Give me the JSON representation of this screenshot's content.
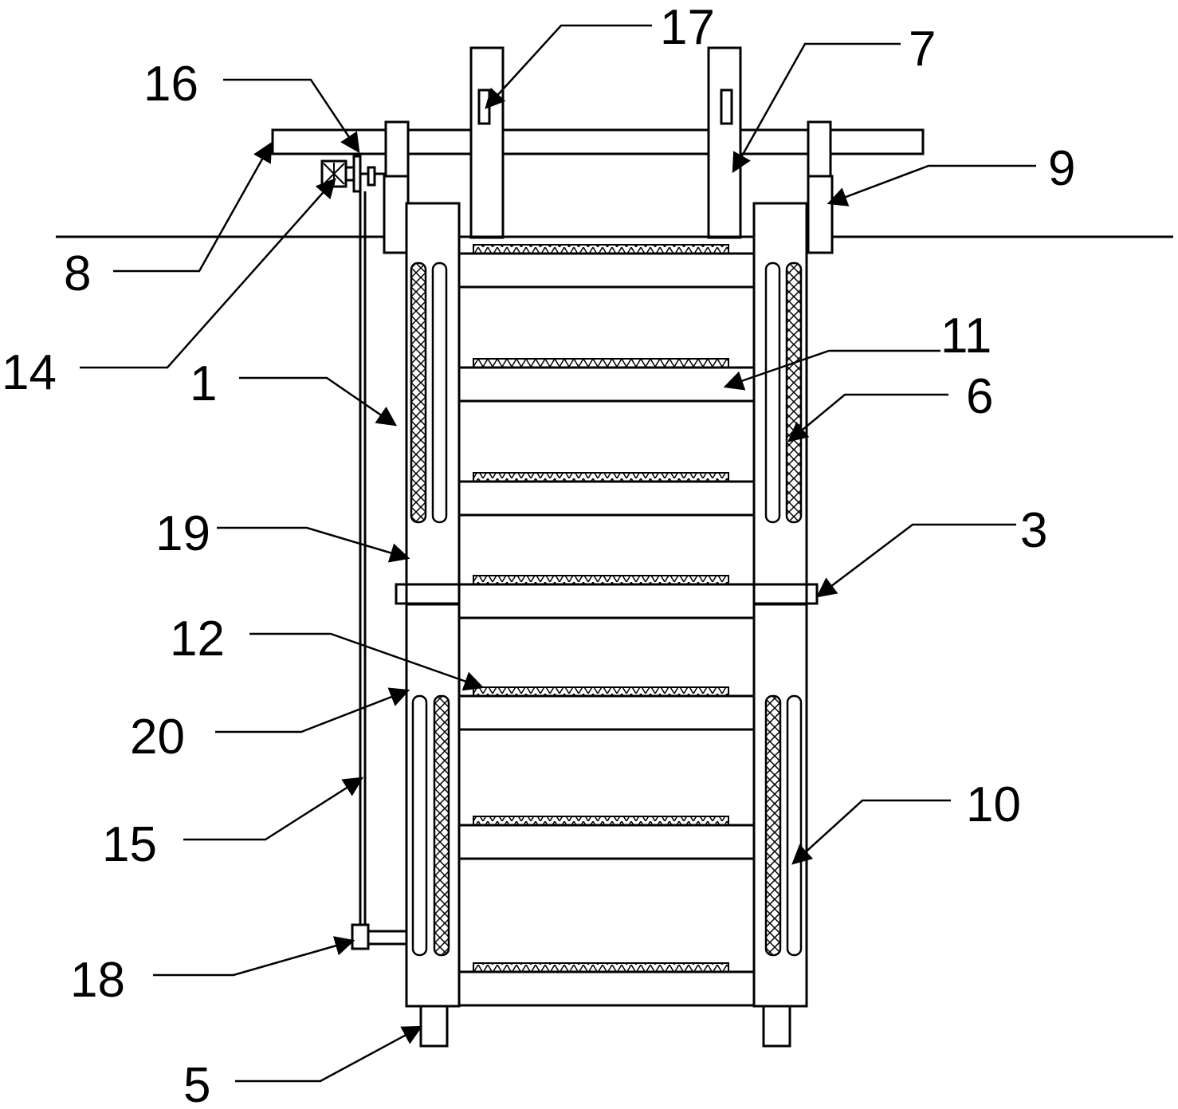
{
  "callouts": [
    {
      "id": "c17",
      "number": "17"
    },
    {
      "id": "c7",
      "number": "7"
    },
    {
      "id": "c16",
      "number": "16"
    },
    {
      "id": "c9",
      "number": "9"
    },
    {
      "id": "c8",
      "number": "8"
    },
    {
      "id": "c14",
      "number": "14"
    },
    {
      "id": "c11",
      "number": "11"
    },
    {
      "id": "c1",
      "number": "1"
    },
    {
      "id": "c6",
      "number": "6"
    },
    {
      "id": "c19",
      "number": "19"
    },
    {
      "id": "c3",
      "number": "3"
    },
    {
      "id": "c12",
      "number": "12"
    },
    {
      "id": "c20",
      "number": "20"
    },
    {
      "id": "c10",
      "number": "10"
    },
    {
      "id": "c15",
      "number": "15"
    },
    {
      "id": "c18",
      "number": "18"
    },
    {
      "id": "c5",
      "number": "5"
    }
  ],
  "colors": {
    "line": "#000000",
    "background": "#ffffff"
  }
}
